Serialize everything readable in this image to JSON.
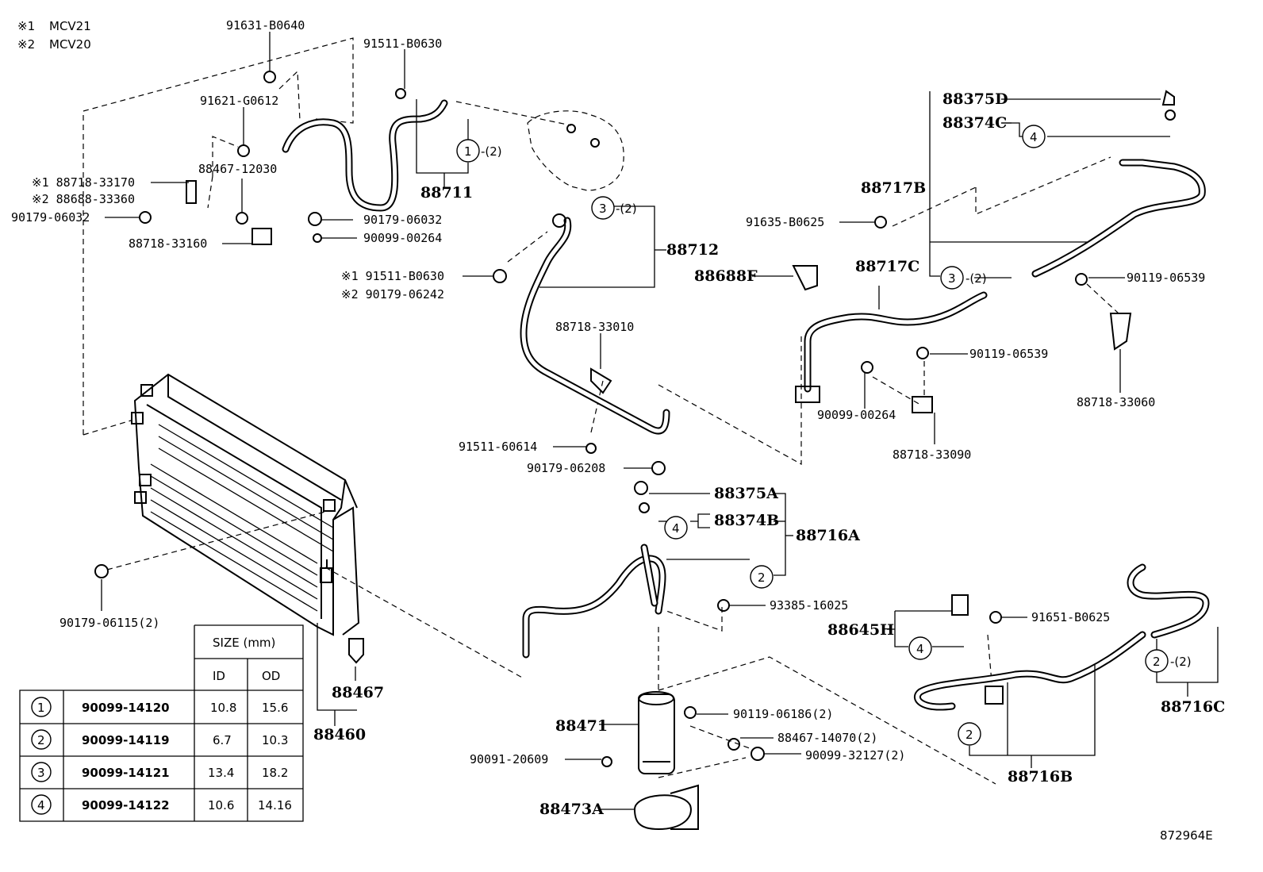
{
  "notes": [
    {
      "mark": "※1",
      "text": "MCV21"
    },
    {
      "mark": "※2",
      "text": "MCV20"
    }
  ],
  "part_labels": {
    "p91631_B0640": "91631-B0640",
    "p91511_B0630_top": "91511-B0630",
    "p91621_G0612": "91621-G0612",
    "p88467_12030": "88467-12030",
    "p88718_33170": "※1 88718-33170",
    "p88688_33360": "※2 88688-33360",
    "p90179_06032_left": "90179-06032",
    "p90179_06032_right": "90179-06032",
    "p90099_00264_top": "90099-00264",
    "p88718_33160": "88718-33160",
    "p88711": "88711",
    "p88712": "88712",
    "p91511_B0630_mid": "※1 91511-B0630",
    "p90179_06242": "※2 90179-06242",
    "p88718_33010": "88718-33010",
    "p91511_60614": "91511-60614",
    "p90179_06208": "90179-06208",
    "p88375D": "88375D",
    "p88374C": "88374C",
    "p88717B": "88717B",
    "p91635_B0625": "91635-B0625",
    "p88717C": "88717C",
    "p88688F": "88688F",
    "p90119_06539_a": "90119-06539",
    "p90119_06539_b": "90119-06539",
    "p88718_33060": "88718-33060",
    "p90099_00264_right": "90099-00264",
    "p88718_33090": "88718-33090",
    "p88375A": "88375A",
    "p88374B": "88374B",
    "p88716A": "88716A",
    "p93385_16025": "93385-16025",
    "p88645H": "88645H",
    "p91651_B0625": "91651-B0625",
    "p88716C": "88716C",
    "p88716B": "88716B",
    "p90179_06115": "90179-06115(2)",
    "p88467": "88467",
    "p88460": "88460",
    "p88471": "88471",
    "p90119_06186": "90119-06186(2)",
    "p88467_14070": "88467-14070(2)",
    "p90099_32127": "90099-32127(2)",
    "p90091_20609": "90091-20609",
    "p88473A": "88473A",
    "diagram_id": "872964E"
  },
  "circle_refs": {
    "c1_top": {
      "num": "1",
      "suffix": "-(2)"
    },
    "c3_top": {
      "num": "3",
      "suffix": "-(2)"
    },
    "c4_right": {
      "num": "4",
      "suffix": ""
    },
    "c3_right": {
      "num": "3",
      "suffix": "-(2)"
    },
    "c4_mid": {
      "num": "4",
      "suffix": ""
    },
    "c2_mid": {
      "num": "2",
      "suffix": ""
    },
    "c4_low": {
      "num": "4",
      "suffix": ""
    },
    "c2_low_right": {
      "num": "2",
      "suffix": "-(2)"
    },
    "c2_low": {
      "num": "2",
      "suffix": ""
    }
  },
  "size_table": {
    "header": "SIZE (mm)",
    "col_id": "ID",
    "col_od": "OD",
    "rows": [
      {
        "ref": "1",
        "part": "90099-14120",
        "id": "10.8",
        "od": "15.6"
      },
      {
        "ref": "2",
        "part": "90099-14119",
        "id": "6.7",
        "od": "10.3"
      },
      {
        "ref": "3",
        "part": "90099-14121",
        "id": "13.4",
        "od": "18.2"
      },
      {
        "ref": "4",
        "part": "90099-14122",
        "id": "10.6",
        "od": "14.16"
      }
    ]
  }
}
